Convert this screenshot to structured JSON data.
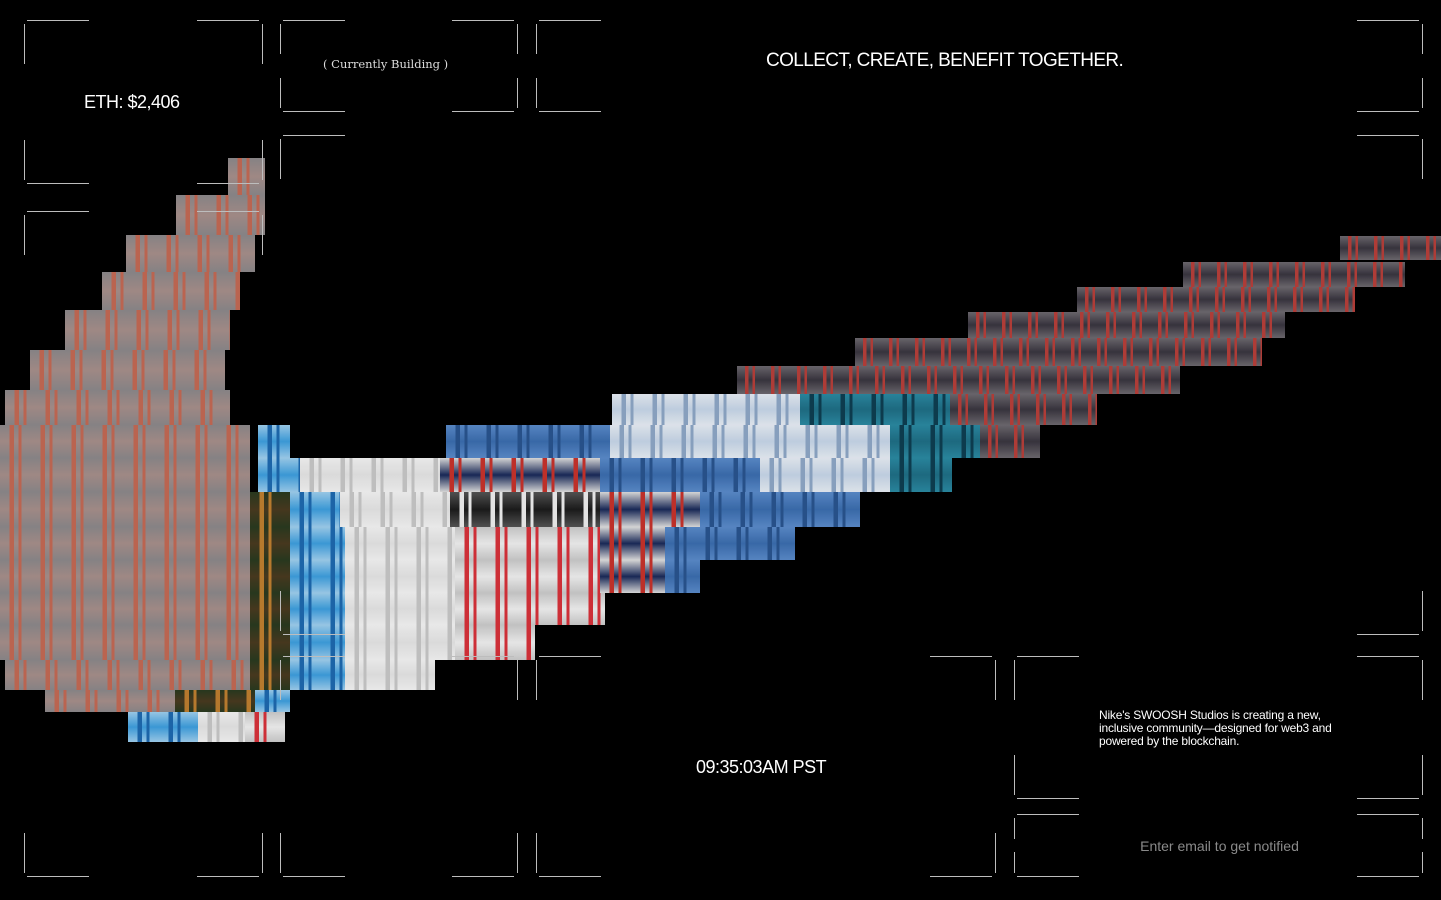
{
  "ticker": {
    "label": "ETH: $2,406"
  },
  "status": {
    "label": "( Currently Building )"
  },
  "headline": {
    "text": "COLLECT, CREATE, BENEFIT TOGETHER."
  },
  "clock": {
    "time": "09:35:03AM PST"
  },
  "description": {
    "text": "Nike's SWOOSH Studios is creating a new, inclusive community—designed for web3 and powered by the blockchain."
  },
  "signup": {
    "placeholder": "Enter email to get notified"
  },
  "colors": {
    "background": "#000000",
    "frame": "#bdbdbd",
    "text": "#ffffff",
    "placeholder": "#8a8a8a"
  }
}
